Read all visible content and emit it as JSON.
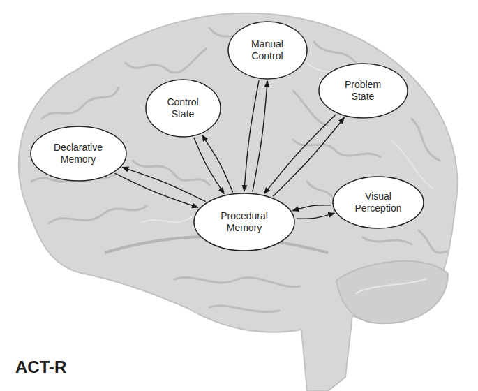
{
  "diagram": {
    "title": "ACT-R",
    "nodes": [
      {
        "text": [
          "Manual Control"
        ]
      },
      {
        "text": [
          "Problem State"
        ]
      },
      {
        "text": [
          "Control State"
        ]
      },
      {
        "text": [
          "Declarative Memory"
        ]
      },
      {
        "text": [
          "Visual Perception"
        ]
      },
      {
        "text": [
          "Procedural Memory"
        ]
      }
    ],
    "edges": [
      {
        "from": 5,
        "to": 0,
        "arrow": "to"
      },
      {
        "from": 0,
        "to": 5,
        "arrow": "to"
      },
      {
        "from": 5,
        "to": 1,
        "arrow": "to"
      },
      {
        "from": 1,
        "to": 5,
        "arrow": "to"
      },
      {
        "from": 5,
        "to": 2,
        "arrow": "to"
      },
      {
        "from": 2,
        "to": 5,
        "arrow": "to"
      },
      {
        "from": 5,
        "to": 3,
        "arrow": "to"
      },
      {
        "from": 3,
        "to": 5,
        "arrow": "to"
      },
      {
        "from": 5,
        "to": 4,
        "arrow": "to"
      },
      {
        "from": 4,
        "to": 5,
        "arrow": "to"
      }
    ]
  }
}
